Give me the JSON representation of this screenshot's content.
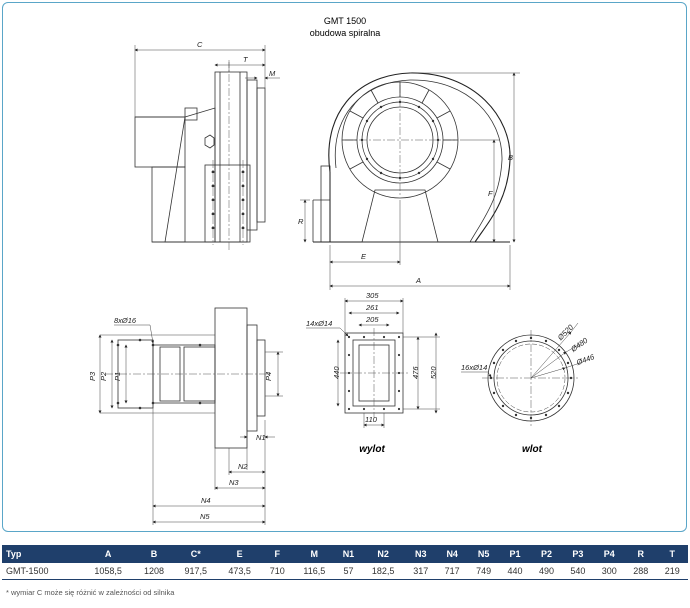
{
  "title": {
    "model": "GMT 1500",
    "subtitle": "obudowa spiralna"
  },
  "labels": {
    "wylot": "wylot",
    "wlot": "wlot"
  },
  "dimensions": {
    "C": "C",
    "T": "T",
    "M": "M",
    "R": "R",
    "E": "E",
    "A": "A",
    "B": "B",
    "F": "F",
    "P1": "P1",
    "P2": "P2",
    "P3": "P3",
    "P4": "P4",
    "N1": "N1",
    "N2": "N2",
    "N3": "N3",
    "N4": "N4",
    "N5": "N5",
    "holes_side": "8xØ16",
    "holes_outlet": "14xØ14",
    "outlet_305": "305",
    "outlet_261": "261",
    "outlet_205": "205",
    "outlet_440": "440",
    "outlet_476": "476",
    "outlet_520": "520",
    "outlet_110": "110",
    "holes_inlet": "16xØ14",
    "inlet_520": "Ø520",
    "inlet_480": "Ø480",
    "inlet_446": "Ø446"
  },
  "table": {
    "headers": [
      "Typ",
      "A",
      "B",
      "C*",
      "E",
      "F",
      "M",
      "N1",
      "N2",
      "N3",
      "N4",
      "N5",
      "P1",
      "P2",
      "P3",
      "P4",
      "R",
      "T"
    ],
    "rows": [
      [
        "GMT-1500",
        "1058,5",
        "1208",
        "917,5",
        "473,5",
        "710",
        "116,5",
        "57",
        "182,5",
        "317",
        "717",
        "749",
        "440",
        "490",
        "540",
        "300",
        "288",
        "219"
      ]
    ]
  },
  "footnote": "* wymiar C może się różnić w zależności od silnika",
  "colors": {
    "header_bg": "#1f3f6b",
    "frame": "#5aa6c8"
  }
}
